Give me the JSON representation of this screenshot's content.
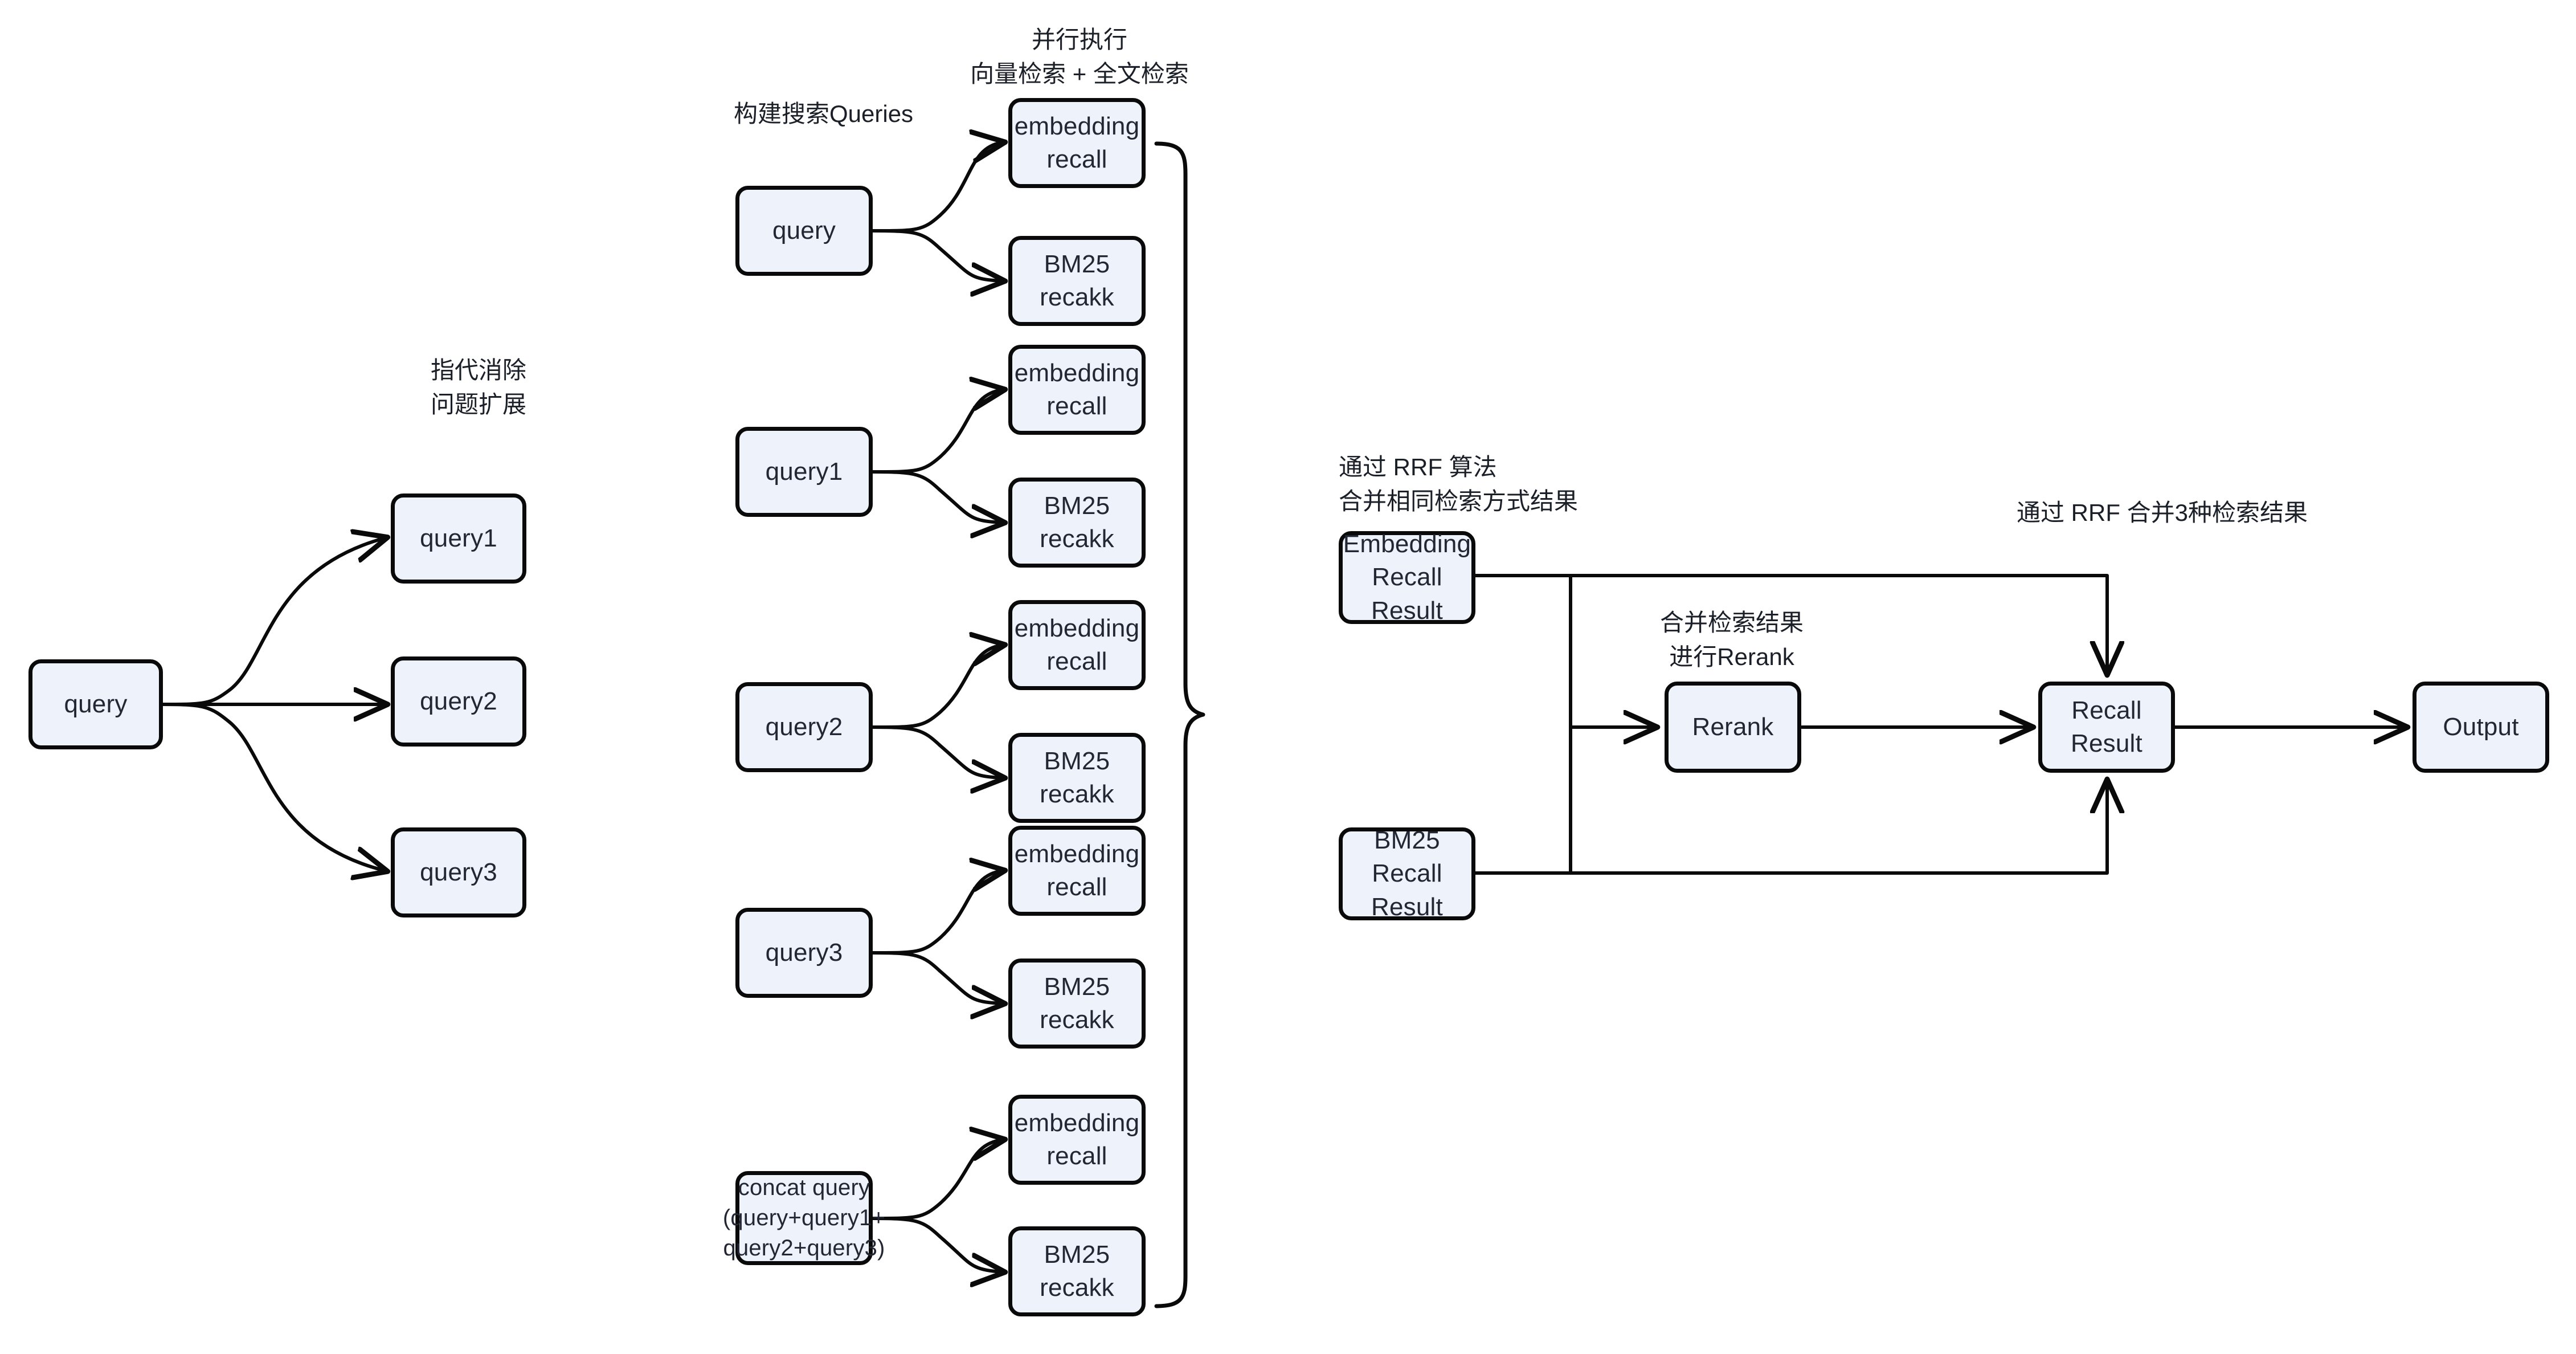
{
  "diagram": {
    "title": "RAG hybrid retrieval pipeline",
    "background_color": "#ffffff",
    "node_fill_color": "#edf2fb",
    "node_border_color": "#0a0a0a",
    "text_color": "#232733"
  },
  "notes": {
    "stage1": "指代消除\n问题扩展",
    "stage2": "构建搜索Queries",
    "stage3": "并行执行\n向量检索 + 全文检索",
    "stage4": "通过 RRF 算法\n合并相同检索方式结果",
    "stage5": "合并检索结果\n进行Rerank",
    "stage6": "通过 RRF 合并3种检索结果"
  },
  "stage1_expansion": {
    "source": "query",
    "outputs": [
      "query1",
      "query2",
      "query3"
    ]
  },
  "stage2_queries": [
    {
      "source": "query",
      "recalls": [
        "embedding\nrecall",
        "BM25\nrecakk"
      ]
    },
    {
      "source": "query1",
      "recalls": [
        "embedding\nrecall",
        "BM25\nrecakk"
      ]
    },
    {
      "source": "query2",
      "recalls": [
        "embedding\nrecall",
        "BM25\nrecakk"
      ]
    },
    {
      "source": "query3",
      "recalls": [
        "embedding\nrecall",
        "BM25\nrecakk"
      ]
    },
    {
      "source": "concat query\n(query+query1+\nquery2+query3)",
      "recalls": [
        "embedding\nrecall",
        "BM25\nrecakk"
      ]
    }
  ],
  "stage3_merge": {
    "embedding_result": "Embedding\nRecall\nResult",
    "bm25_result": "BM25\nRecall\nResult",
    "rerank": "Rerank",
    "recall_result": "Recall\nResult",
    "output": "Output"
  }
}
